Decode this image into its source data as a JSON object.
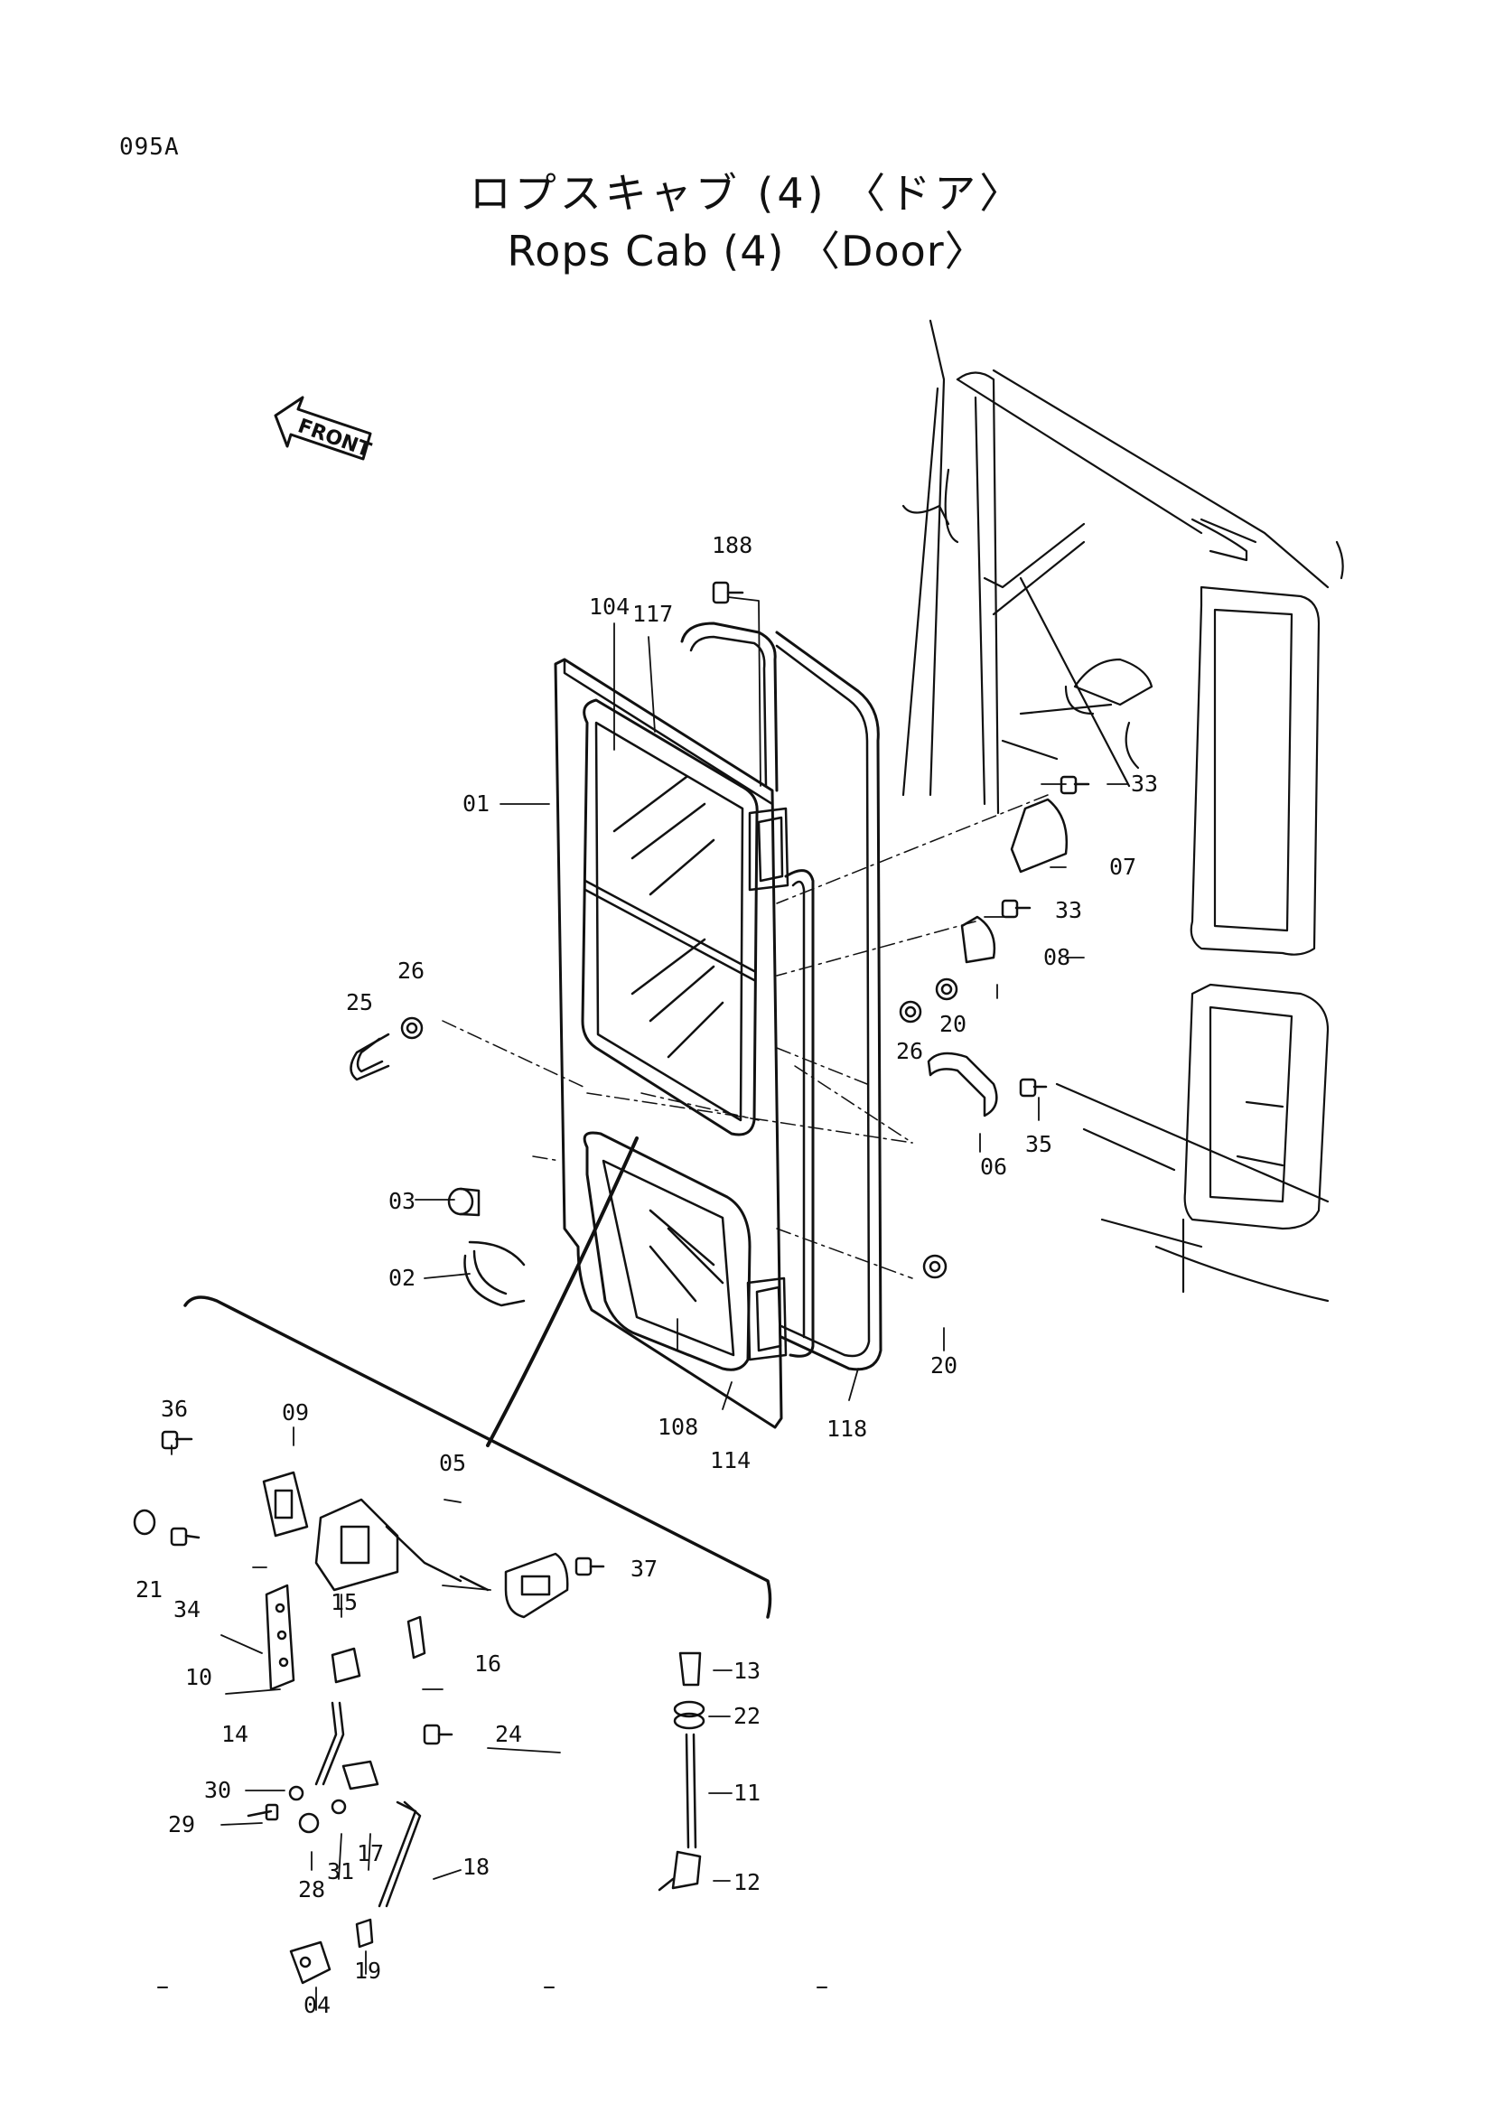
{
  "page_code": "095A",
  "title_jp": "ロプスキャブ (4) 〈ドア〉",
  "title_en": "Rops Cab (4) 〈Door〉",
  "front_label": "FRONT",
  "callouts": [
    {
      "id": "c188",
      "text": "188"
    },
    {
      "id": "c104",
      "text": "104"
    },
    {
      "id": "c117",
      "text": "117"
    },
    {
      "id": "c01",
      "text": "01"
    },
    {
      "id": "c33a",
      "text": "33"
    },
    {
      "id": "c07",
      "text": "07"
    },
    {
      "id": "c33b",
      "text": "33"
    },
    {
      "id": "c08",
      "text": "08"
    },
    {
      "id": "c26a",
      "text": "26"
    },
    {
      "id": "c25",
      "text": "25"
    },
    {
      "id": "c26b",
      "text": "26"
    },
    {
      "id": "c20a",
      "text": "20"
    },
    {
      "id": "c35",
      "text": "35"
    },
    {
      "id": "c06",
      "text": "06"
    },
    {
      "id": "c03",
      "text": "03"
    },
    {
      "id": "c02",
      "text": "02"
    },
    {
      "id": "c20b",
      "text": "20"
    },
    {
      "id": "c108",
      "text": "108"
    },
    {
      "id": "c114",
      "text": "114"
    },
    {
      "id": "c118",
      "text": "118"
    },
    {
      "id": "c36",
      "text": "36"
    },
    {
      "id": "c09",
      "text": "09"
    },
    {
      "id": "c05",
      "text": "05"
    },
    {
      "id": "c21",
      "text": "21"
    },
    {
      "id": "c34",
      "text": "34"
    },
    {
      "id": "c37",
      "text": "37"
    },
    {
      "id": "c15",
      "text": "15"
    },
    {
      "id": "c16",
      "text": "16"
    },
    {
      "id": "c10",
      "text": "10"
    },
    {
      "id": "c13",
      "text": "13"
    },
    {
      "id": "c22",
      "text": "22"
    },
    {
      "id": "c14",
      "text": "14"
    },
    {
      "id": "c24",
      "text": "24"
    },
    {
      "id": "c30",
      "text": "30"
    },
    {
      "id": "c11",
      "text": "11"
    },
    {
      "id": "c29",
      "text": "29"
    },
    {
      "id": "c17",
      "text": "17"
    },
    {
      "id": "c31",
      "text": "31"
    },
    {
      "id": "c28",
      "text": "28"
    },
    {
      "id": "c18",
      "text": "18"
    },
    {
      "id": "c12",
      "text": "12"
    },
    {
      "id": "c19",
      "text": "19"
    },
    {
      "id": "c04",
      "text": "04"
    }
  ]
}
